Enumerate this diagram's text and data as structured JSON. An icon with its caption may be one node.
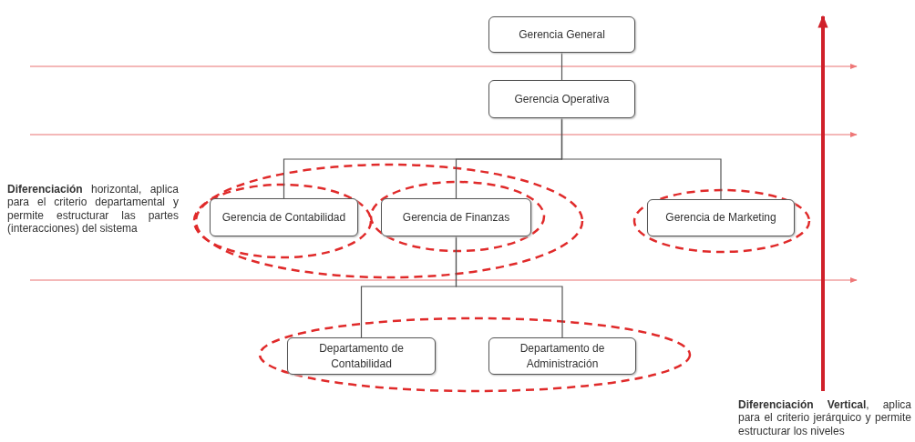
{
  "diagram": {
    "nodes": [
      {
        "text": [
          "Gerencia General"
        ]
      },
      {
        "text": [
          "Gerencia Operativa"
        ]
      },
      {
        "text": [
          "Gerencia de Contabilidad"
        ]
      },
      {
        "text": [
          "Gerencia de Finanzas"
        ]
      },
      {
        "text": [
          "Gerencia de Marketing"
        ]
      },
      {
        "text": [
          "Departamento de Contabilidad"
        ]
      },
      {
        "text": [
          "Departamento de Administración"
        ]
      }
    ],
    "edges": [
      {
        "from": 0,
        "to": 1,
        "arrow": "none"
      },
      {
        "from": 1,
        "to": 2,
        "arrow": "none"
      },
      {
        "from": 1,
        "to": 3,
        "arrow": "none"
      },
      {
        "from": 1,
        "to": 4,
        "arrow": "none"
      },
      {
        "from": 3,
        "to": 5,
        "arrow": "none"
      },
      {
        "from": 3,
        "to": 6,
        "arrow": "none"
      }
    ],
    "labels": [
      "**Diferenciación** horizontal, aplica para el criterio departamental y permite estructurar las partes (interacciones) del sistema",
      "**Diferenciación Vertical**, aplica para el criterio jerárquico y permite estructurar los niveles"
    ]
  }
}
